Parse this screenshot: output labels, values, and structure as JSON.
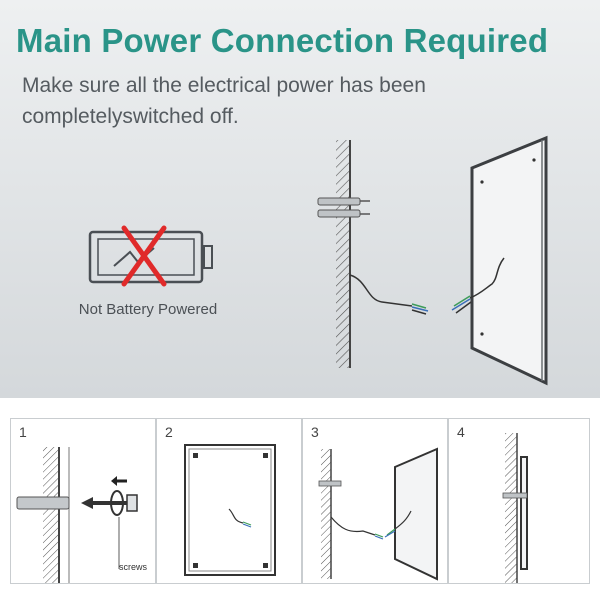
{
  "header": {
    "title": "Main Power Connection Required",
    "subtitle": "Make sure all the electrical power has been completelyswitched off."
  },
  "battery_notice": {
    "label": "Not Battery Powered"
  },
  "steps": [
    {
      "number": "1",
      "label": "screws"
    },
    {
      "number": "2"
    },
    {
      "number": "3"
    },
    {
      "number": "4"
    }
  ],
  "colors": {
    "title": "#2a9488",
    "cross": "#e02a2a",
    "wire_green": "#3d9c5a",
    "wire_blue": "#3a6fb8"
  }
}
